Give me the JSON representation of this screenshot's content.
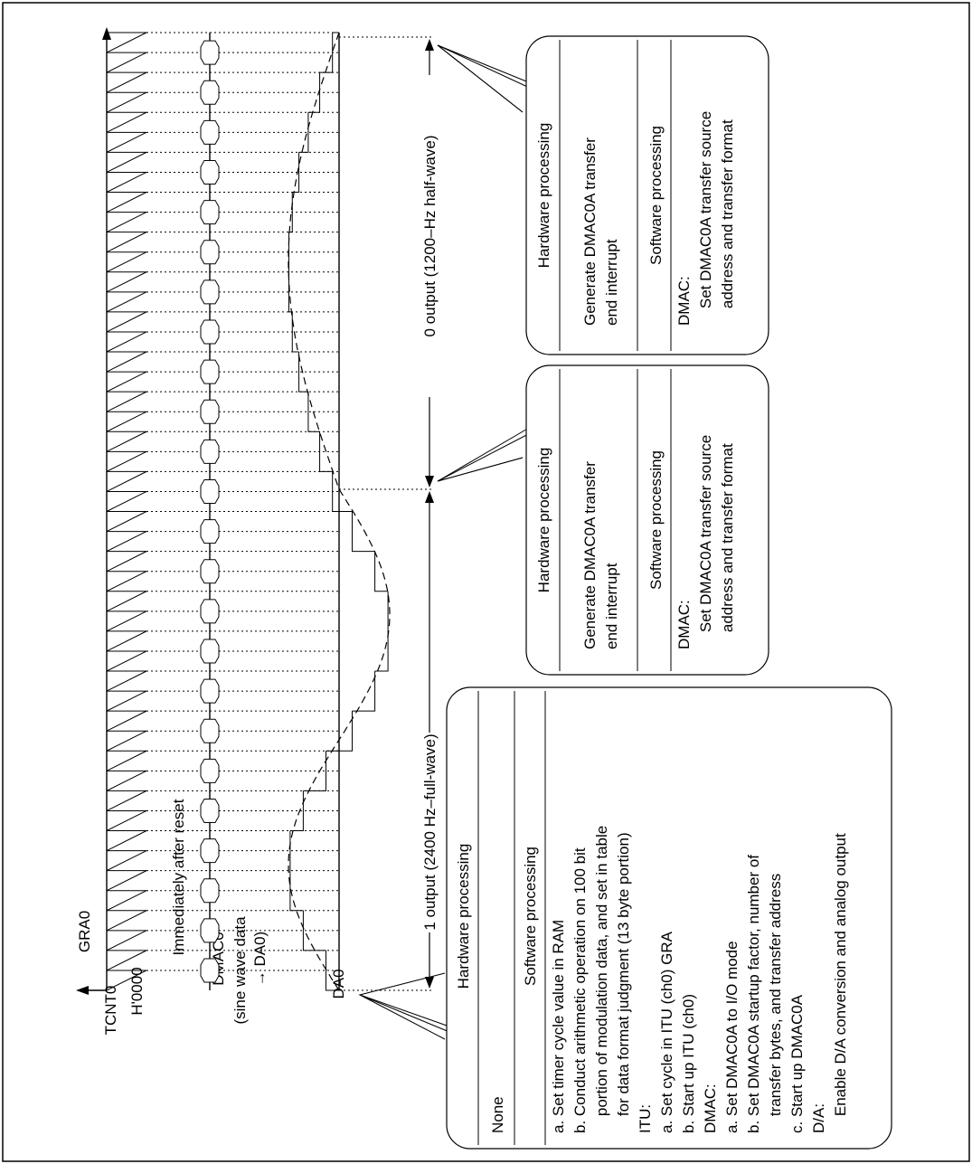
{
  "signals": {
    "tcnt0": "TCNT0",
    "gra0": "GRA0",
    "h0000": "H'0000",
    "immediately_after_reset": "Immediately after reset",
    "dmac0": "DMAC0",
    "sine_wave_data_line1": "(sine wave data",
    "sine_wave_data_line2": "→ DA0)",
    "da0": "DA0"
  },
  "intervals": {
    "one_output": "1 output (2400 Hz–full-wave)",
    "zero_output": "0 output (1200–Hz half-wave)"
  },
  "box_reset": {
    "hw_title": "Hardware processing",
    "hw_text": "None",
    "sw_title": "Software processing",
    "sw_lines": [
      "a. Set timer cycle value in RAM",
      "b. Conduct arithmetic operation on 100 bit",
      "    portion of modulation data, and set in table",
      "    for data format judgment (13 byte portion)",
      "ITU:",
      "a. Set cycle in ITU (ch0) GRA",
      "b. Start up ITU (ch0)",
      "DMAC:",
      "a. Set DMAC0A to I/O mode",
      "b. Set DMAC0A startup factor, number of",
      "    transfer bytes, and transfer address",
      "c. Start up DMAC0A",
      "D/A:",
      "    Enable D/A conversion and analog output"
    ]
  },
  "box_mid": {
    "hw_title": "Hardware processing",
    "hw_lines": [
      "Generate DMAC0A transfer",
      "end interrupt"
    ],
    "sw_title": "Software processing",
    "sw_lines": [
      "DMAC:",
      "    Set DMAC0A transfer source",
      "    address and transfer format"
    ]
  },
  "box_end": {
    "hw_title": "Hardware processing",
    "hw_lines": [
      "Generate DMAC0A transfer",
      "end interrupt"
    ],
    "sw_title": "Software processing",
    "sw_lines": [
      "DMAC:",
      "    Set DMAC0A transfer source",
      "    address and transfer format"
    ]
  }
}
